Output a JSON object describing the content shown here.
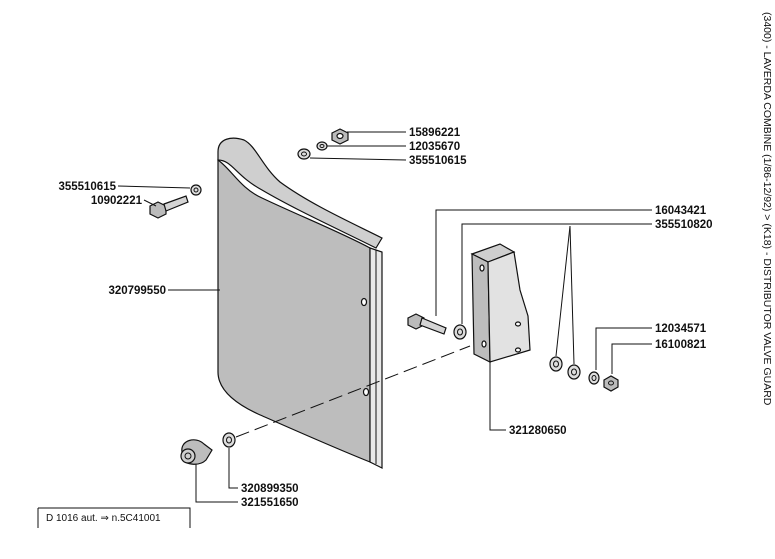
{
  "side_title": "(3400) - LAVERDA COMBINE (1/86-12/92) > (K18) - DISTRIBUTOR VALVE GUARD",
  "reference_box": "D 1016 aut. ⇒ n.5C41001",
  "part_numbers": {
    "p15896221": "15896221",
    "p12035670": "12035670",
    "p355510615_top": "355510615",
    "p355510615_left": "355510615",
    "p10902221": "10902221",
    "p320799550": "320799550",
    "p16043421": "16043421",
    "p355510820": "355510820",
    "p12034571": "12034571",
    "p16100821": "16100821",
    "p321280650": "321280650",
    "p320899350": "320899350",
    "p321551650": "321551650"
  }
}
